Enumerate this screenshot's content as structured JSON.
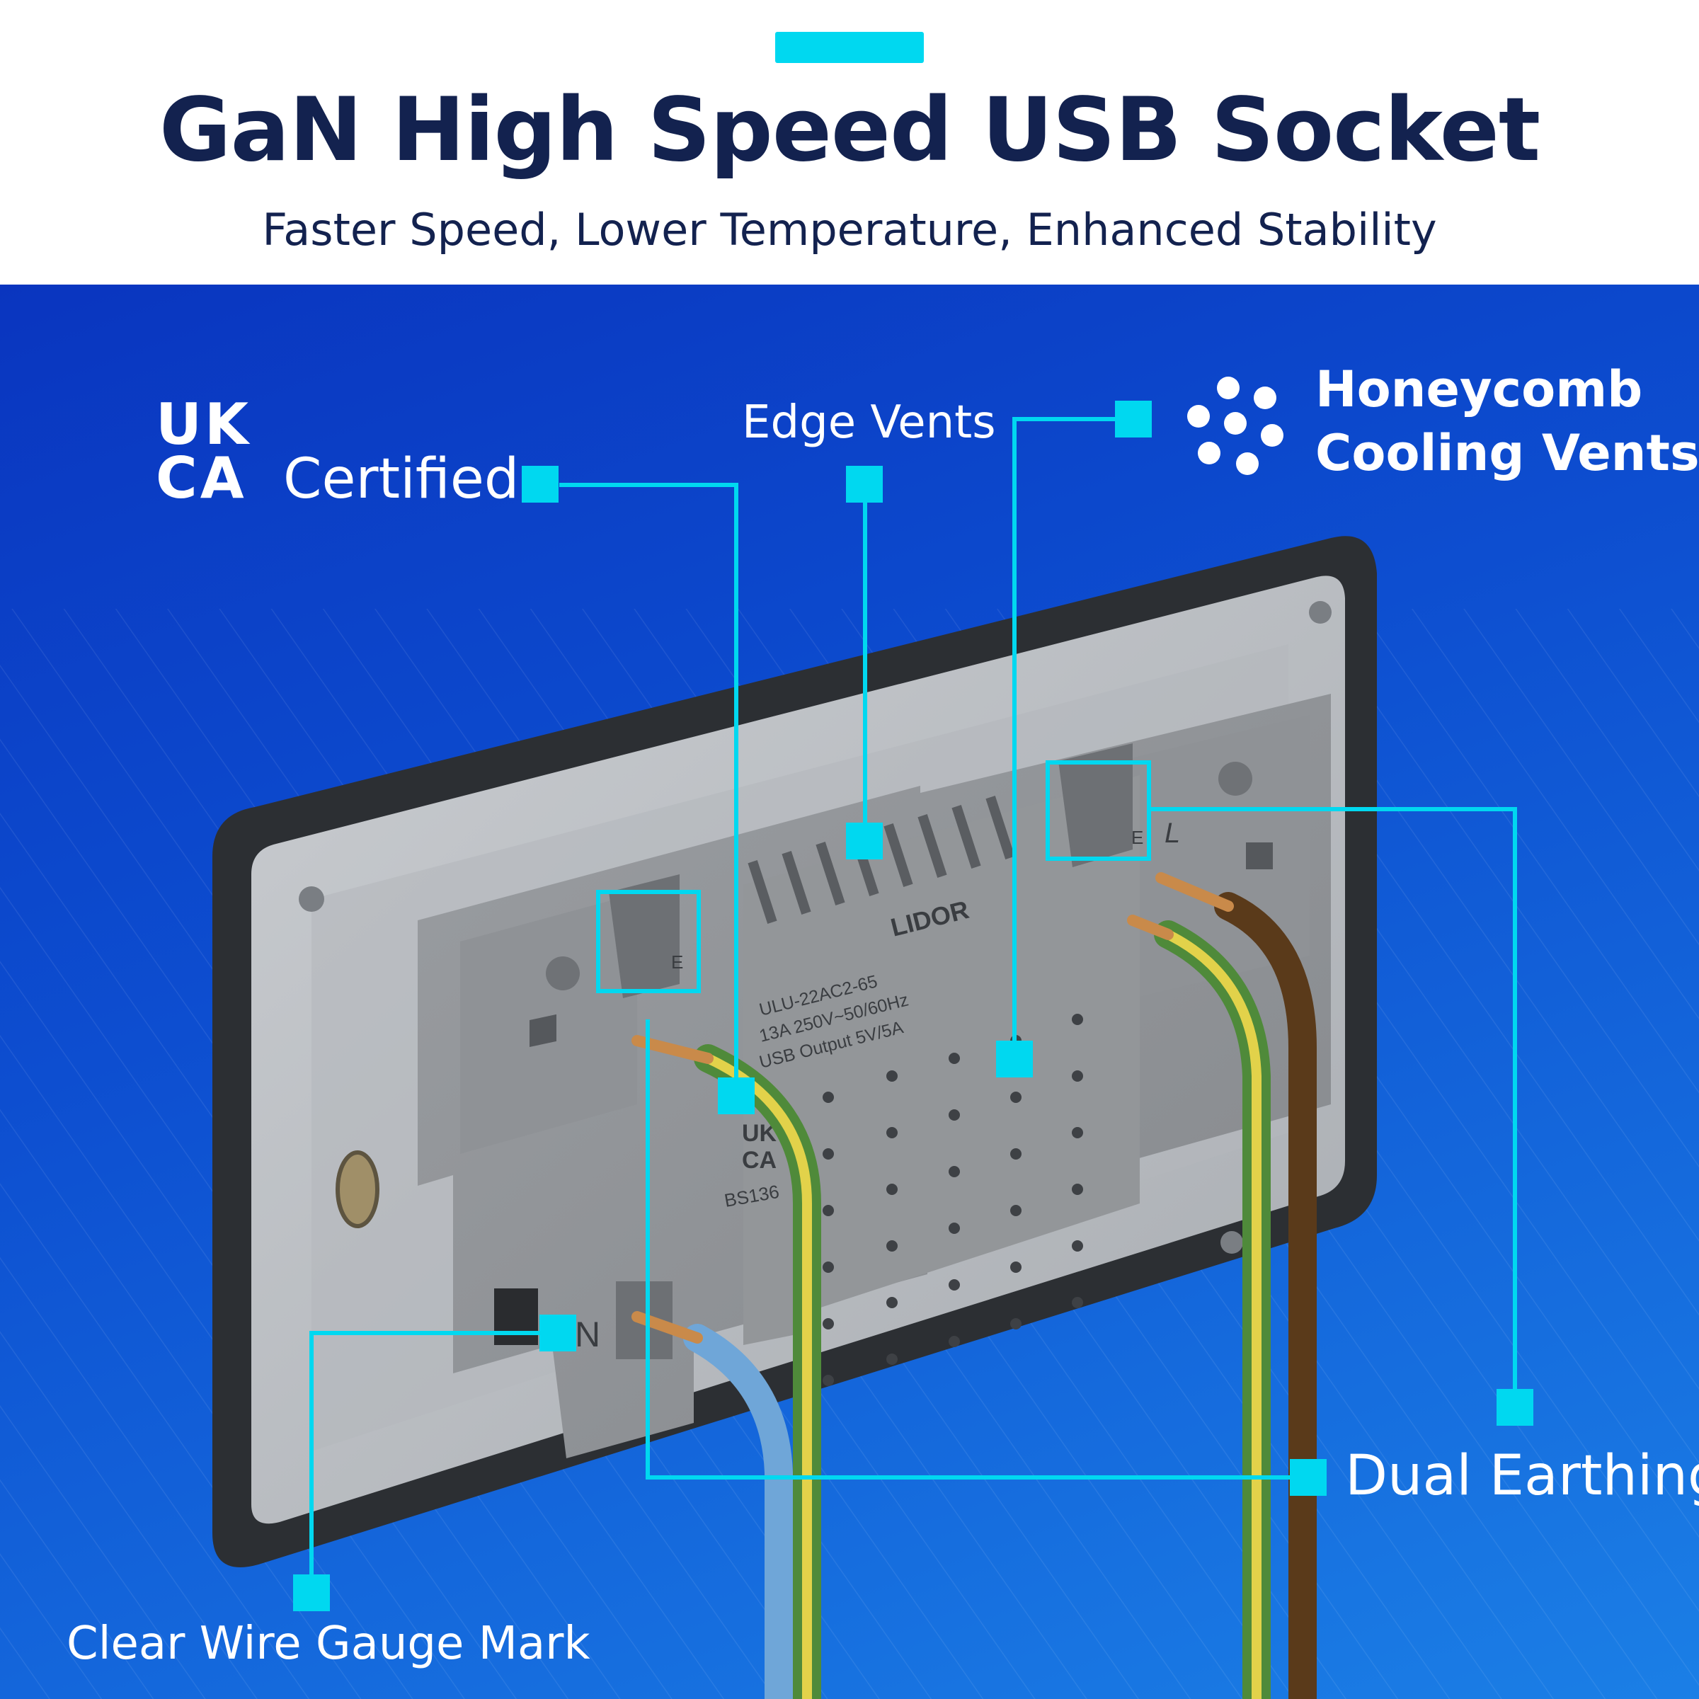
{
  "header": {
    "title": "GaN High Speed USB Socket",
    "subtitle": "Faster Speed, Lower Temperature, Enhanced Stability"
  },
  "callouts": {
    "ukca": {
      "badge_line1": "UK",
      "badge_line2": "CA",
      "label": "Certified"
    },
    "edge_vents": {
      "label": "Edge Vents"
    },
    "honeycomb": {
      "line1": "Honeycomb",
      "line2": "Cooling Vents"
    },
    "dual_earthing": {
      "label": "Dual Earthing"
    },
    "wire_gauge": {
      "label": "Clear Wire Gauge Mark"
    }
  },
  "product": {
    "brand": "LIDOR",
    "model": "ULU-22AC2-65",
    "rating": "13A 250V~50/60Hz",
    "usb_output": "USB Output 5V/5A",
    "mark_line1": "UK",
    "mark_line2": "CA",
    "standard": "BS136",
    "terminal_e_left": "E",
    "terminal_e_right": "E",
    "terminal_l": "L",
    "terminal_n": "N"
  },
  "colors": {
    "accent": "#00d8f0",
    "title": "#13224f",
    "panel_top": "#0a35bf",
    "panel_bottom": "#1b7fe6",
    "wire_brown": "#5a3a1a",
    "wire_blue": "#6fa6d8",
    "wire_earth_green": "#4f8a3a",
    "wire_earth_yellow": "#e2d24a"
  }
}
